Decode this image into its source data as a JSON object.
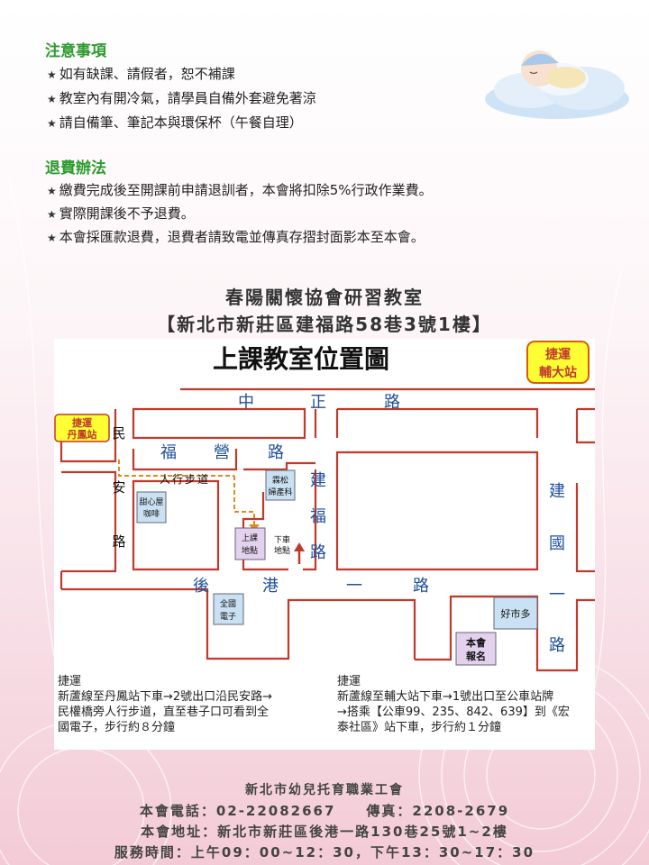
{
  "notice": {
    "title": "注意事項",
    "items": [
      "如有缺課、請假者，恕不補課",
      "教室內有開冷氣，請學員自備外套避免著涼",
      "請自備筆、筆記本與環保杯（午餐自理）"
    ]
  },
  "refund": {
    "title": "退費辦法",
    "items": [
      "繳費完成後至開課前申請退訓者，本會將扣除5%行政作業費。",
      "實際開課後不予退費。",
      "本會採匯款退費，退費者請致電並傳真存摺封面影本至本會。"
    ]
  },
  "venue": {
    "name": "春陽關懷協會研習教室",
    "address": "【新北市新莊區建福路58巷3號1樓】"
  },
  "map": {
    "title": "上課教室位置圖",
    "mrt_fuda": [
      "捷運",
      "輔大站"
    ],
    "mrt_danfeng": [
      "捷運",
      "丹鳳站"
    ],
    "road_zhongzheng": [
      "中",
      "正",
      "路"
    ],
    "road_fuying": [
      "福",
      "營",
      "路"
    ],
    "road_minan": [
      "民",
      "安",
      "路"
    ],
    "road_jianfu": [
      "建",
      "福",
      "路"
    ],
    "road_jianguo": [
      "建",
      "國",
      "一",
      "路"
    ],
    "road_hougang": [
      "後",
      "港",
      "一",
      "路"
    ],
    "walkway": "人行步道",
    "sweet_cafe": [
      "甜心屋",
      "咖啡"
    ],
    "linsong": [
      "霖松",
      "婦產科"
    ],
    "classroom": [
      "上課",
      "地點"
    ],
    "dropoff": [
      "下車",
      "地點"
    ],
    "quanguo": [
      "全國",
      "電子"
    ],
    "costco": "好市多",
    "association": [
      "本會",
      "報名"
    ],
    "note_left": [
      "捷運",
      "新蘆線至丹鳳站下車→2號出口沿民安路→",
      "民權橋旁人行步道，直至巷子口可看到全",
      "國電子，步行約８分鐘"
    ],
    "note_right": [
      "捷運",
      "新蘆線至輔大站下車→1號出口至公車站牌",
      "→搭乘【公車99、235、842、639】到《宏",
      "泰社區》站下車，步行約１分鐘"
    ]
  },
  "footer": {
    "org": "新北市幼兒托育職業工會",
    "phone": "本會電話：02-22082667　　傳真：2208-2679",
    "address": "本會地址：新北市新莊區後港一路130巷25號1~2樓",
    "hours": "服務時間：上午09：00~12：30，下午13：30~17：30"
  },
  "colors": {
    "road": "#c0392b",
    "badge_yellow": "#ffff33",
    "landmark_blue": "#c9e1f2",
    "classroom_purple": "#e3d1ee",
    "walk_path": "#e08a1e",
    "heading_green": "#2e9a2e"
  }
}
